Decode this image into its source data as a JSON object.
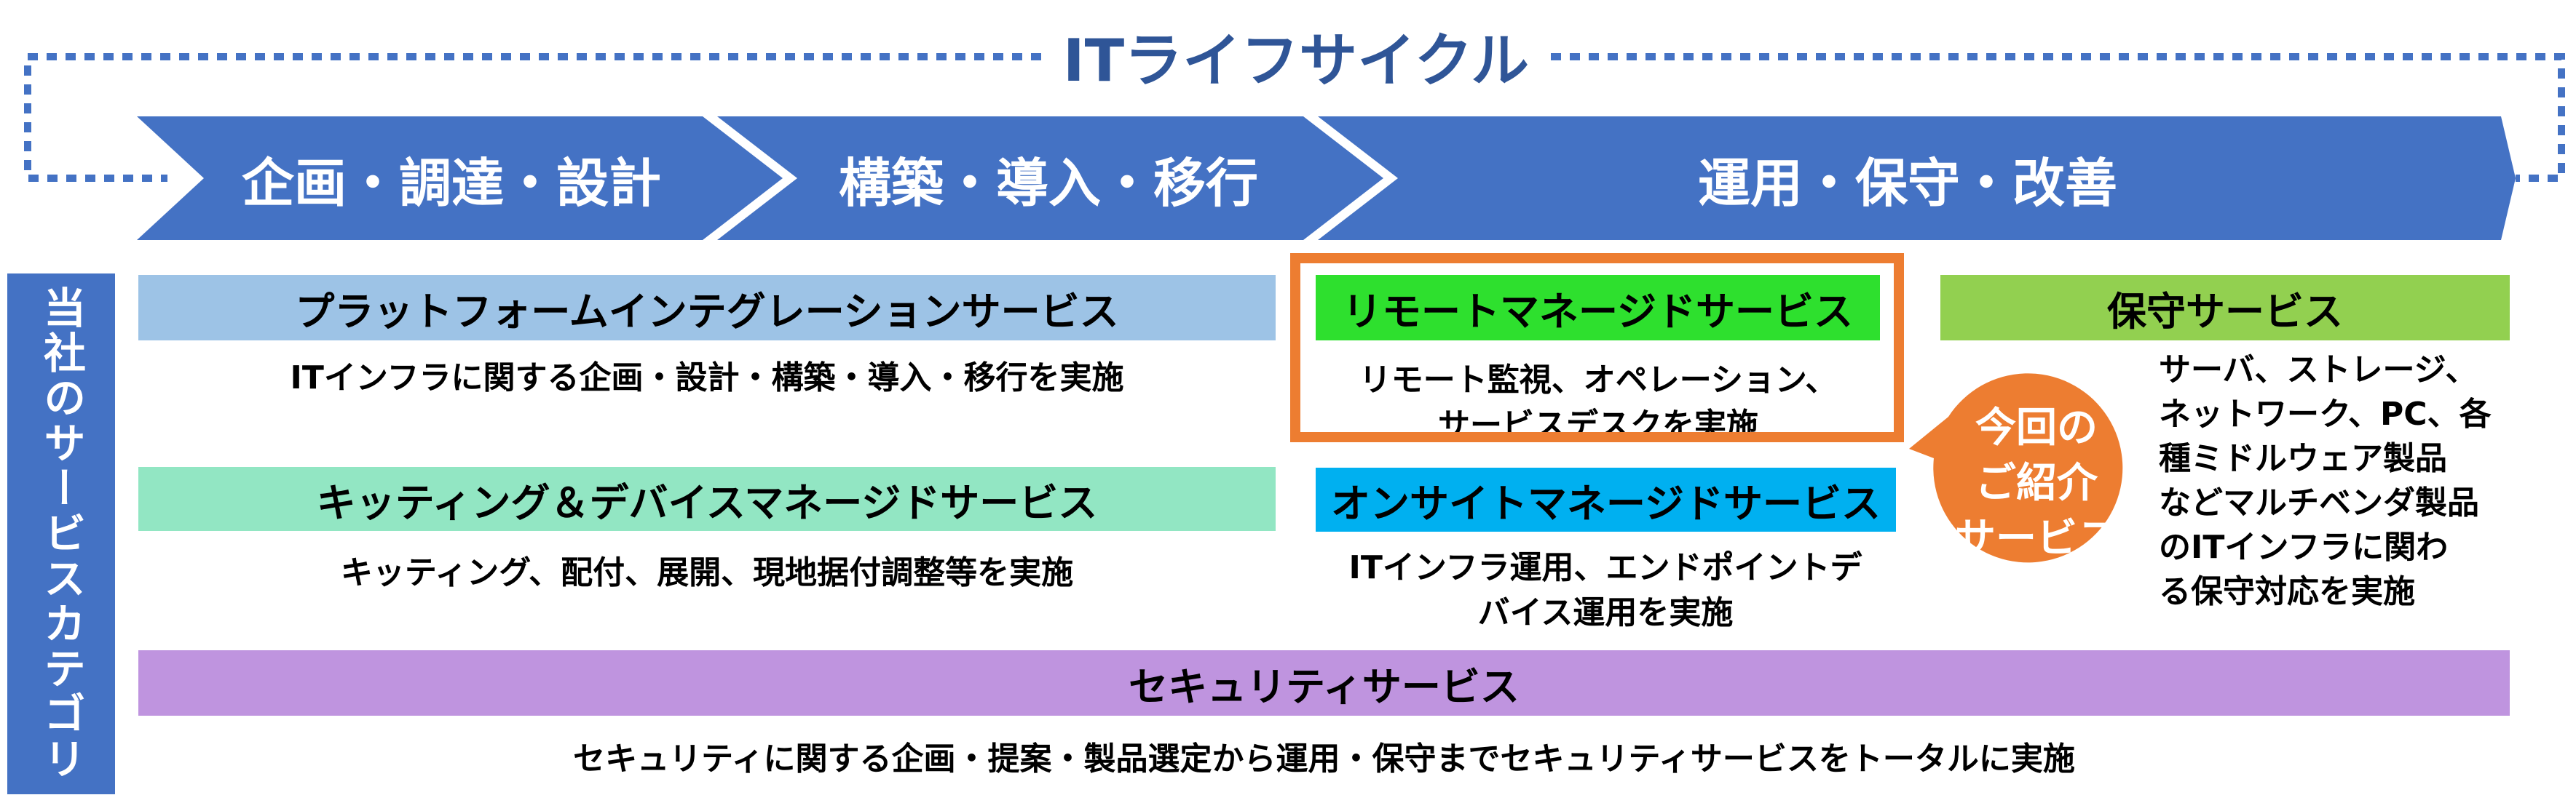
{
  "title": "ITライフサイクル",
  "phases": [
    "企画・調達・設計",
    "構築・導入・移行",
    "運用・保守・改善"
  ],
  "category_label": "当社のサービスカテゴリ",
  "services": {
    "platform": {
      "header": "プラットフォームインテグレーションサービス",
      "desc": "ITインフラに関する企画・設計・構築・導入・移行を実施"
    },
    "kitting": {
      "header": "キッティング＆デバイスマネージドサービス",
      "desc": "キッティング、配付、展開、現地据付調整等を実施"
    },
    "remote": {
      "header": "リモートマネージドサービス",
      "desc_lines": [
        "リモート監視、オペレーション、",
        "サービスデスクを実施"
      ]
    },
    "onsite": {
      "header": "オンサイトマネージドサービス",
      "desc_lines": [
        "ITインフラ運用、エンドポイントデ",
        "バイス運用を実施"
      ]
    },
    "maintenance": {
      "header": "保守サービス",
      "desc_lines": [
        "サーバ、ストレージ、",
        "ネットワーク、PC、各",
        "種ミドルウェア製品",
        "などマルチベンダ製品",
        "のITインフラに関わ",
        "る保守対応を実施"
      ]
    },
    "security": {
      "header": "セキュリティサービス",
      "desc": "セキュリティに関する企画・提案・製品選定から運用・保守までセキュリティサービスをトータルに実施"
    }
  },
  "callout": {
    "lines": [
      "今回の",
      "ご紹介",
      "サービス"
    ]
  },
  "colors": {
    "phase_arrow": "#4472c4",
    "title": "#2f5597",
    "loop": "#4472c4",
    "highlight": "#ed7d31",
    "platform": "#9dc3e6",
    "kitting": "#92e6c3",
    "remote": "#2ee02e",
    "onsite": "#00b0f0",
    "maintenance": "#92d050",
    "security": "#bf94df"
  }
}
